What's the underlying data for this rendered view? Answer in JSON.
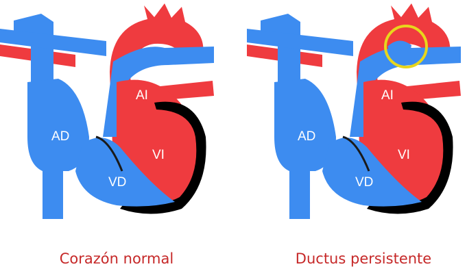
{
  "colors": {
    "oxygenated": "#ef3b3f",
    "deoxygenated": "#3d8cf0",
    "wall": "#000000",
    "highlight_ring": "#e8d61c",
    "caption": "#c62828"
  },
  "panels": [
    {
      "caption": "Corazón normal",
      "labels": {
        "ad": "AD",
        "vd": "VD",
        "ai": "AI",
        "vi": "VI"
      }
    },
    {
      "caption": "Ductus persistente",
      "labels": {
        "ad": "AD",
        "vd": "VD",
        "ai": "AI",
        "vi": "VI"
      },
      "highlight": "ductus-arteriosus"
    }
  ]
}
